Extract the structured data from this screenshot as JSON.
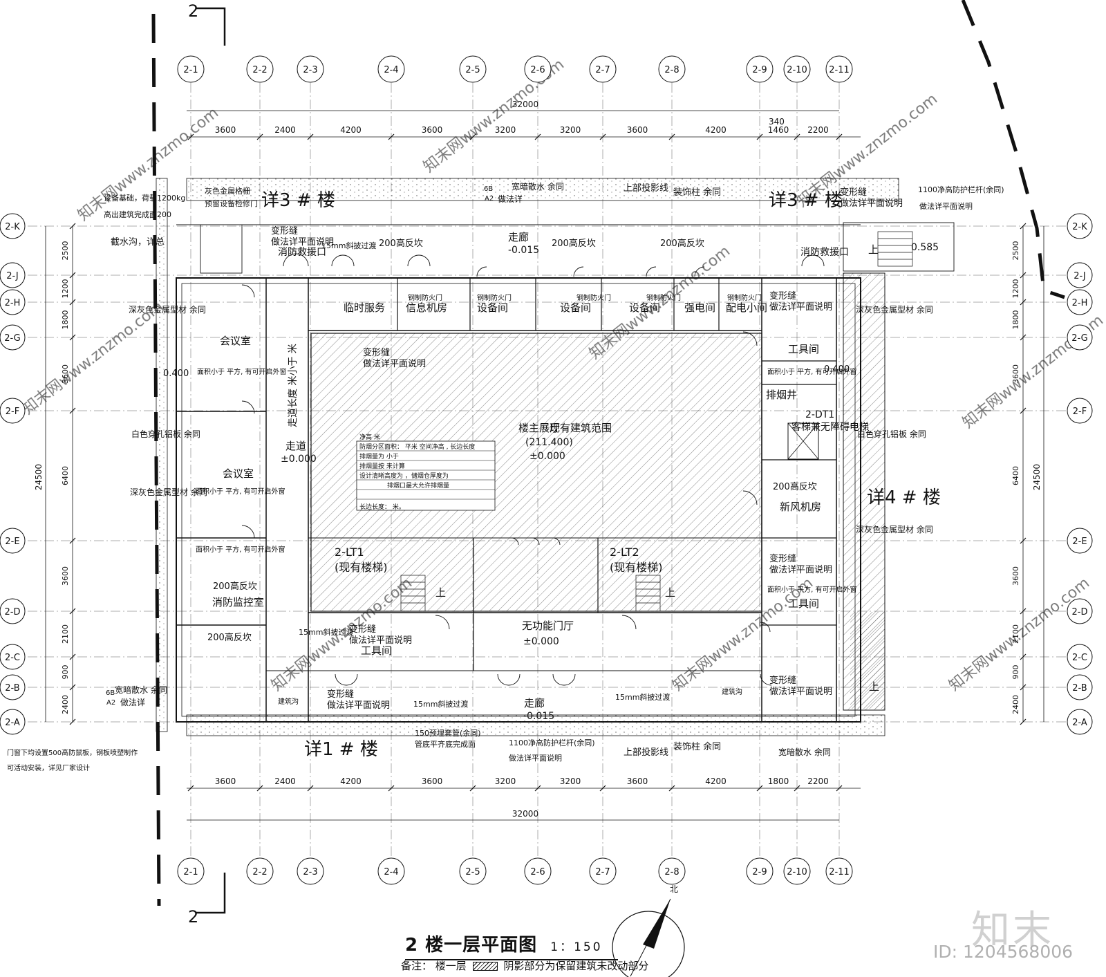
{
  "title": {
    "main": "2 楼一层平面图",
    "scale": "1：150",
    "note_prefix": "备注：",
    "note_floor": "楼一层",
    "note_text": "阴影部分为保留建筑未改动部分",
    "north": "北"
  },
  "brand": {
    "logo": "知末",
    "id": "ID: 1204568006"
  },
  "watermark": "知末网www.znzmo.com",
  "section": {
    "label": "2"
  },
  "grid": {
    "columns": [
      "2-1",
      "2-2",
      "2-3",
      "2-4",
      "2-5",
      "2-6",
      "2-7",
      "2-8",
      "2-9",
      "2-10",
      "2-11"
    ],
    "rows": [
      "2-K",
      "2-J",
      "2-H",
      "2-G",
      "2-F",
      "2-E",
      "2-D",
      "2-C",
      "2-B",
      "2-A"
    ]
  },
  "dimensions": {
    "total_x": "32000",
    "top_spans": [
      "3600",
      "2400",
      "4200",
      "3600",
      "3200",
      "3200",
      "3600",
      "4200",
      "1460",
      "2200"
    ],
    "top_extra": "340",
    "bottom_spans": [
      "3600",
      "2400",
      "4200",
      "3600",
      "3200",
      "3200",
      "3600",
      "4200",
      "1800",
      "2200"
    ],
    "total_y": "24500",
    "left_spans": [
      "2500",
      "1200",
      "1800",
      "3600",
      "6400",
      "3600",
      "2100",
      "900",
      "2400"
    ],
    "right_spans": [
      "2500",
      "1200",
      "1800",
      "3600",
      "6400",
      "3600",
      "2100",
      "900",
      "2400"
    ]
  },
  "rooms": {
    "meeting_a": "会议室",
    "meeting_b": "会议室",
    "fire_control": "消防监控室",
    "temp_service": "临时服务",
    "info_room": "信息机房",
    "equip_a": "设备间",
    "equip_b": "设备间",
    "equip_c": "设备间",
    "elec_room": "强电间",
    "dist_room": "配电小间",
    "tool_a": "工具间",
    "tool_b": "工具间",
    "tool_c": "工具间",
    "smoke_shaft": "排烟井",
    "elevator": "客梯兼无障碍电梯",
    "elevator_code": "2-DT1",
    "fresh_air": "新风机房",
    "hall": "无功能门厅",
    "hall_level": "±0.000",
    "exhibit": "楼主展厅",
    "existing_range": "现有建筑范围",
    "exhibit_level_a": "(211.400)",
    "exhibit_level_b": "±0.000",
    "stair1_code": "2-LT1",
    "stair1_name": "(现有楼梯)",
    "stair2_code": "2-LT2",
    "stair2_name": "(现有楼梯)",
    "corridor_top": "走廊",
    "corridor_top_level": "-0.015",
    "corridor_bottom": "走廊",
    "corridor_bottom_level": "-0.015",
    "aisle": "走道",
    "aisle_level": "±0.000",
    "aisle_length": "走道长度  米小于 米",
    "rescue_a": "消防救援口",
    "rescue_b": "消防救援口"
  },
  "labels": {
    "bldg3_left": "详3 # 楼",
    "bldg3_right": "详3 # 楼",
    "bldg4": "详4 # 楼",
    "bldg1": "详1 # 楼",
    "joint": "变形缝",
    "joint_ref": "做法详平面说明",
    "curb": "200高反坎",
    "slope": "15mm斜披过渡",
    "dark_profile": "深灰色金属型材 余同",
    "white_panel": "白色穿孔铝板 余同",
    "grille": "灰色金属格栅",
    "grille_b": "预留设备检修门",
    "equip_base": "设备基础，荷载1200kg",
    "equip_base_b": "高出建筑完成面200",
    "gutter": "截水沟，详总",
    "drain": "宽暗散水 余同",
    "detail_ref": "做法详",
    "proj_line": "上部投影线",
    "deco_col": "装饰柱 余同",
    "rail": "1100净高防护栏杆(余同)",
    "rail_b": "做法详平面说明",
    "level_0585": "0.585",
    "fire_door": "钢制防火门",
    "window_note": "面积小于   平方, 有可开启外窗",
    "sleeve": "150预埋套管(余同)",
    "sleeve_b": "管底平齐底完成面",
    "door_note_a": "门窗下均设置500高防鼠板，钢板喷塑制作",
    "door_note_b": "可活动安装，详见厂家设计",
    "build_ditch": "建筑沟",
    "up": "上",
    "detail_6b": "6B",
    "detail_a2": "A2",
    "level_0400": "0.400",
    "smoke_table": [
      "净高    米",
      "防烟分区面积：  平米 空间净高  , 长边长度",
      "排烟量为            小于",
      "排烟量按           来计算",
      "设计清晰高度为  ，储烟仓厚度为",
      "排烟口最大允许排烟量",
      "长边长度：    米。"
    ]
  },
  "colors": {
    "line": "#111111",
    "hatch": "#555555",
    "watermark": "#cfcfcf"
  }
}
